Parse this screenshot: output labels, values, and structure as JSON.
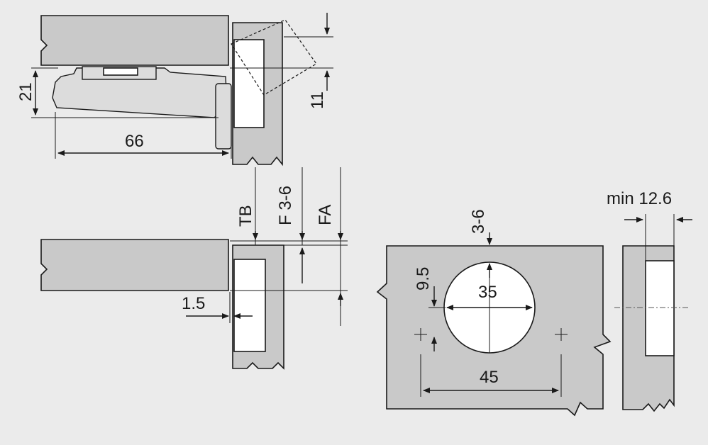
{
  "dimensions": {
    "d21": "21",
    "d66": "66",
    "d11": "11",
    "dTB": "TB",
    "dF": "F 3-6",
    "dFA": "FA",
    "d1_5": "1.5",
    "d3_6": "3-6",
    "d9_5": "9.5",
    "d35": "35",
    "d45": "45",
    "dMin": "min 12.6"
  },
  "colors": {
    "background": "#ebebeb",
    "panel": "#c9c9c9",
    "lines": "#1a1a1a",
    "edge": "#ffffff"
  }
}
